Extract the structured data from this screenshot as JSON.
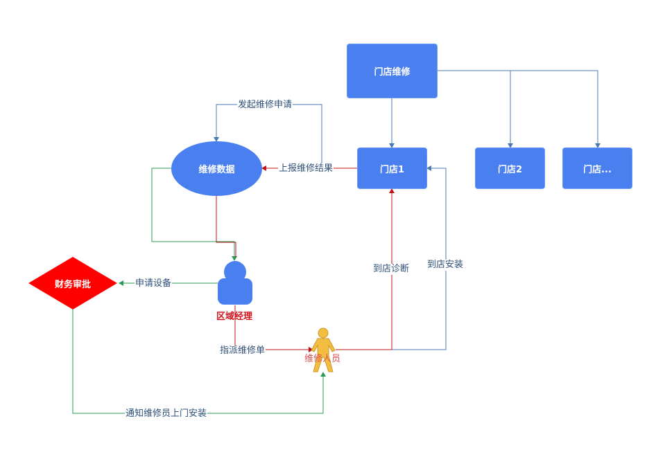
{
  "nodes": {
    "store_maintenance": "门店维修",
    "store1": "门店1",
    "store2": "门店2",
    "store_more": "门店...",
    "repair_data": "维修数据",
    "finance_approval": "财务审批",
    "regional_manager": "区域经理",
    "repair_staff": "维修人员"
  },
  "edge_labels": {
    "initiate_request": "发起维修申请",
    "report_result": "上报维修结果",
    "apply_equipment": "申请设备",
    "dispatch_order": "指派维修单",
    "onsite_diagnosis": "到店诊断",
    "onsite_install": "到店安装",
    "notify_install": "通知维修员上门安装"
  },
  "colors": {
    "node_blue": "#4a7ff0",
    "edge_blue": "#4a79b4",
    "edge_red": "#c0121b",
    "edge_green": "#2b9a54",
    "diamond_red": "#ff0000",
    "person_yellow": "#f3bd3f",
    "person_label_red": "#e05050"
  }
}
